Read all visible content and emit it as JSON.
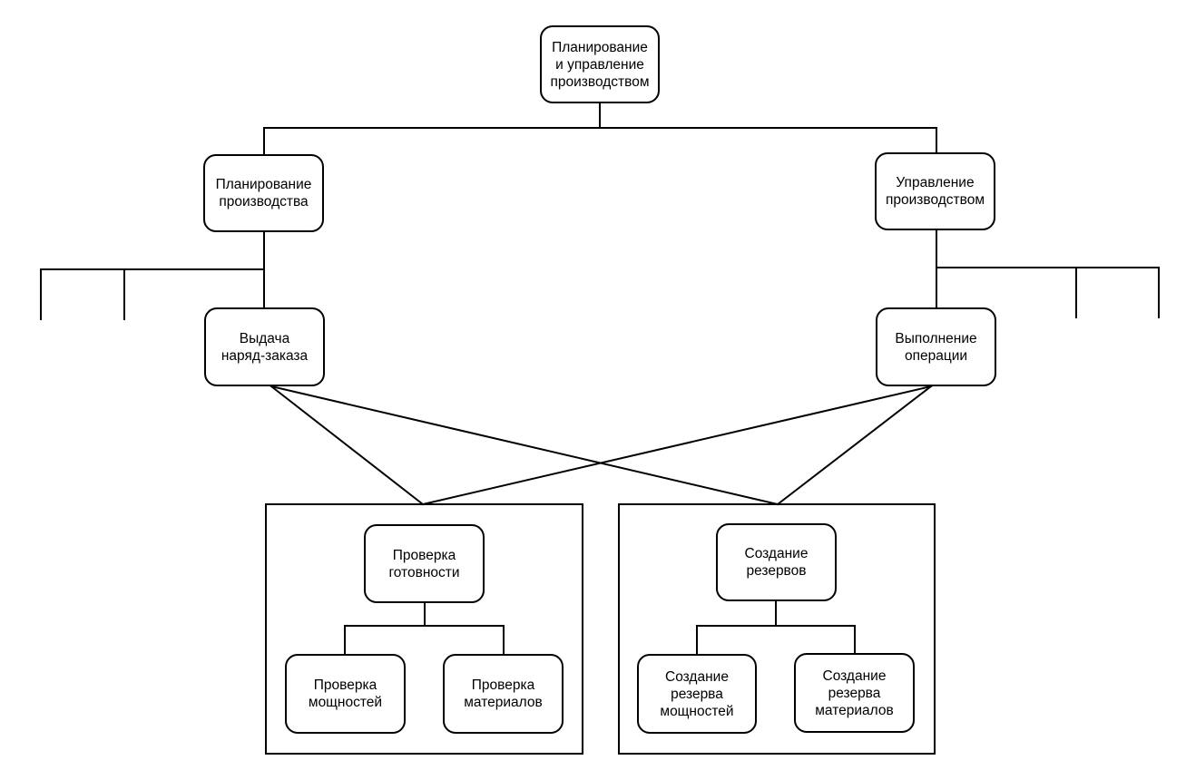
{
  "nodes": {
    "root": "Планирование\nи управление\nпроизводством",
    "production_planning": "Планирование\nпроизводства",
    "production_management": "Управление\nпроизводством",
    "work_order_issue": "Выдача\nнаряд-заказа",
    "operation_execution": "Выполнение\nоперации",
    "readiness_check": "Проверка\nготовности",
    "capacity_check": "Проверка\nмощностей",
    "materials_check": "Проверка\nматериалов",
    "reserve_creation": "Создание\nрезервов",
    "capacity_reserve": "Создание\nрезерва\nмощностей",
    "materials_reserve": "Создание\nрезерва\nматериалов"
  }
}
